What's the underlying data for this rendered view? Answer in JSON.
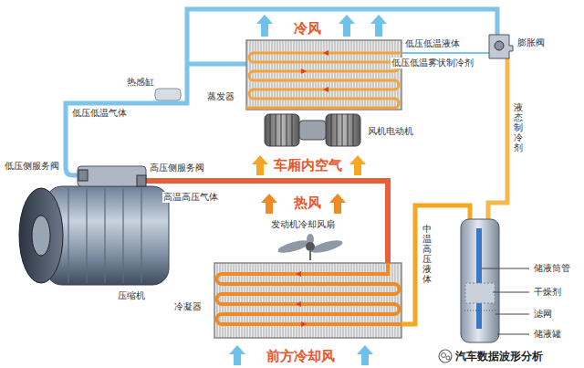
{
  "diagram": {
    "labels": [
      "冷风",
      "低压低温液体",
      "膨胀阀",
      "低压低温雾状制冷剂",
      "热感缸",
      "蒸发器",
      "低压低温气体",
      "风机电动机",
      "液态制冷剂",
      "低压侧服务阀",
      "高压侧服务阀",
      "车厢内空气",
      "高温高压气体",
      "热风",
      "发动机冷却风扇",
      "中温高压液体",
      "储液筒管",
      "干燥剂",
      "滤网",
      "压缩机",
      "冷凝器",
      "储液罐",
      "前方冷却风",
      "汽车数据波形分析"
    ]
  }
}
